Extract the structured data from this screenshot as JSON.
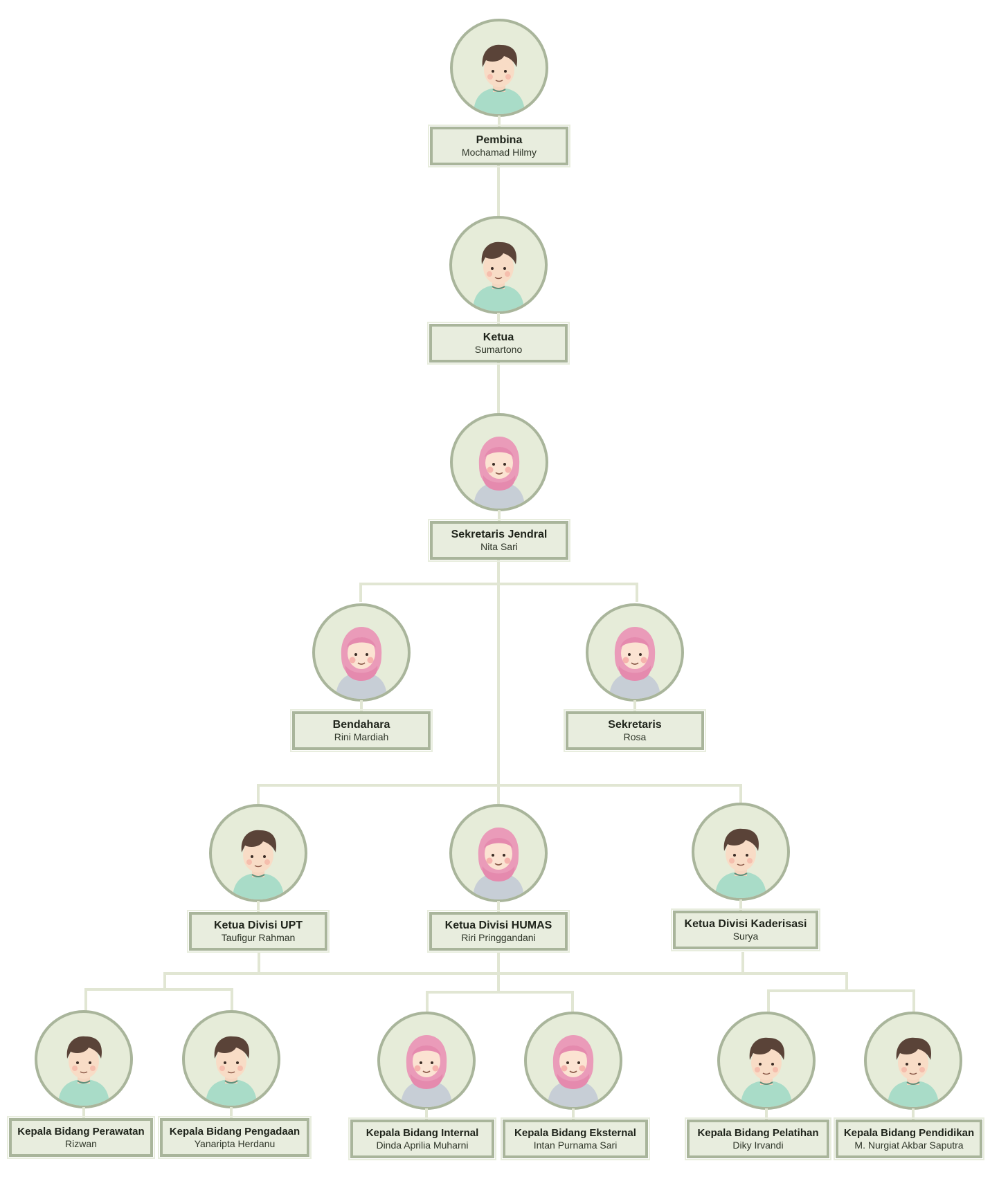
{
  "colors": {
    "card_fill": "#e8edde",
    "card_border": "#a9b59b",
    "connector": "#e1e6d3",
    "avatar_fill": "#e6ecd9"
  },
  "org": {
    "pembina": {
      "role": "Pembina",
      "name": "Mochamad Hilmy",
      "avatar": "male"
    },
    "ketua": {
      "role": "Ketua",
      "name": "Sumartono",
      "avatar": "male"
    },
    "sekjen": {
      "role": "Sekretaris Jendral",
      "name": "Nita Sari",
      "avatar": "female-hijab"
    },
    "bendahara": {
      "role": "Bendahara",
      "name": "Rini Mardiah",
      "avatar": "female-hijab"
    },
    "sekretaris": {
      "role": "Sekretaris",
      "name": "Rosa",
      "avatar": "female-hijab"
    },
    "div_upt": {
      "role": "Ketua Divisi UPT",
      "name": "Taufigur Rahman",
      "avatar": "male"
    },
    "div_humas": {
      "role": "Ketua Divisi HUMAS",
      "name": "Riri Pringgandani",
      "avatar": "female-hijab"
    },
    "div_kaderisasi": {
      "role": "Ketua Divisi Kaderisasi",
      "name": "Surya",
      "avatar": "male"
    },
    "kb_perawatan": {
      "role": "Kepala Bidang Perawatan",
      "name": "Rizwan",
      "avatar": "male"
    },
    "kb_pengadaan": {
      "role": "Kepala Bidang Pengadaan",
      "name": "Yanaripta Herdanu",
      "avatar": "male"
    },
    "kb_internal": {
      "role": "Kepala Bidang Internal",
      "name": "Dinda Aprilia Muharni",
      "avatar": "female-hijab"
    },
    "kb_eksternal": {
      "role": "Kepala Bidang Eksternal",
      "name": "Intan Purnama Sari",
      "avatar": "female-hijab"
    },
    "kb_pelatihan": {
      "role": "Kepala Bidang Pelatihan",
      "name": "Diky Irvandi",
      "avatar": "male"
    },
    "kb_pendidikan": {
      "role": "Kepala Bidang Pendidikan",
      "name": "M. Nurgiat Akbar Saputra",
      "avatar": "male"
    }
  }
}
